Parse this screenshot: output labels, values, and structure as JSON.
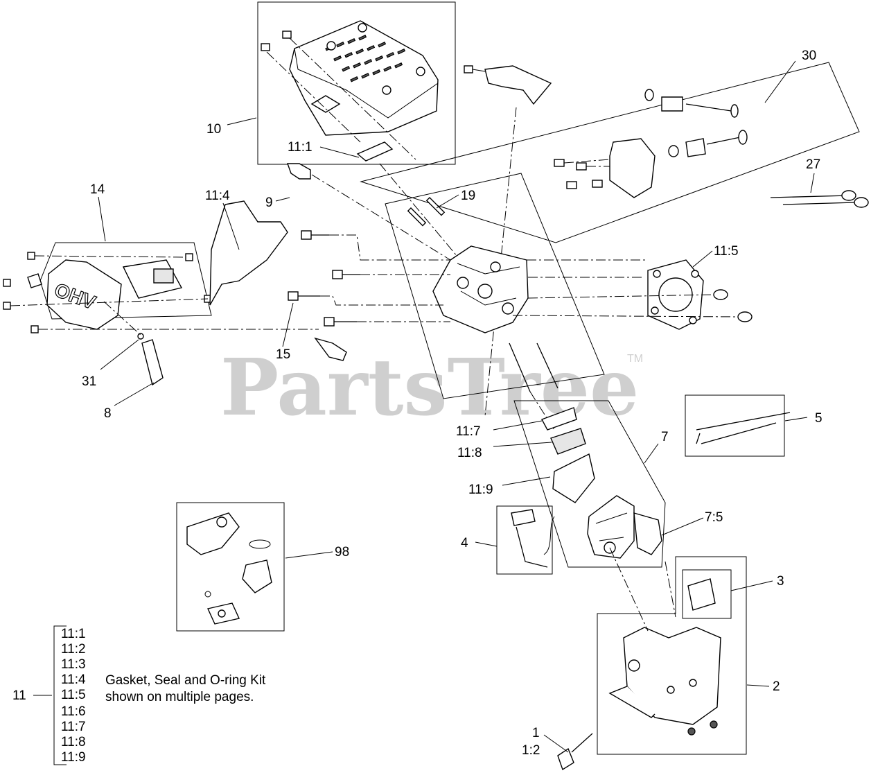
{
  "watermark": {
    "text": "PartsTree",
    "trademark": "TM"
  },
  "callouts": {
    "c10": "10",
    "c11_1": "11:1",
    "c30": "30",
    "c27": "27",
    "c19": "19",
    "c9": "9",
    "c14": "14",
    "c11_4": "11:4",
    "c11_5": "11:5",
    "c15": "15",
    "c31": "31",
    "c8": "8",
    "c5": "5",
    "c11_7": "11:7",
    "c11_8": "11:8",
    "c7": "7",
    "c11_9": "11:9",
    "c7_5": "7:5",
    "c98": "98",
    "c4": "4",
    "c3": "3",
    "c2": "2",
    "c1": "1",
    "c1_2": "1:2",
    "c11": "11"
  },
  "kit": {
    "items": [
      "11:1",
      "11:2",
      "11:3",
      "11:4",
      "11:5",
      "11:6",
      "11:7",
      "11:8",
      "11:9"
    ],
    "note_line1": "Gasket, Seal and O-ring Kit",
    "note_line2": "shown on multiple pages."
  },
  "part_text": {
    "valve_cover_mark": "OHV"
  }
}
